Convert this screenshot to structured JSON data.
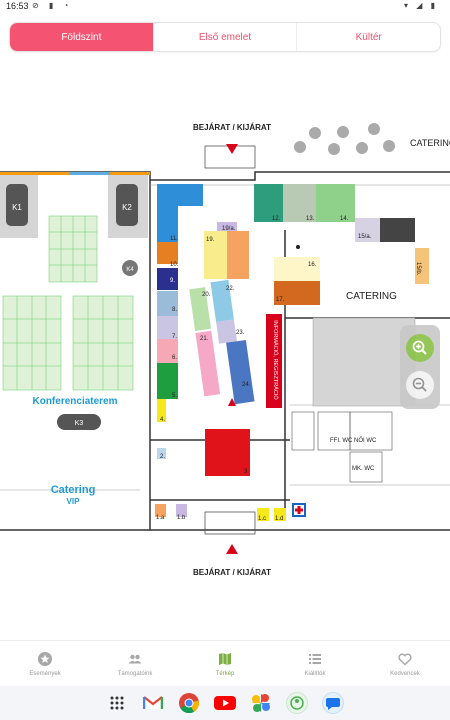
{
  "status": {
    "time": "16:53",
    "left_icons": "⊘ ▮ ◔",
    "right_icons": "▾ ◢ ▮"
  },
  "tabs": [
    {
      "label": "Földszint",
      "active": true
    },
    {
      "label": "Első emelet",
      "active": false
    },
    {
      "label": "Kültér",
      "active": false
    }
  ],
  "map": {
    "entrance_top": "BEJÁRAT / KIJÁRAT",
    "entrance_bottom": "BEJÁRAT / KIJÁRAT",
    "catering_top": "CATERING",
    "catering_mid": "CATERING",
    "conference": "Konferenciaterem",
    "catering_vip_1": "Catering",
    "catering_vip_2": "VIP",
    "info_reg": "INFORMÁCIÓ, REGISZTRÁCIÓ",
    "wc_ffi": "FFI. WC",
    "wc_noi": "NŐI WC",
    "wc_mk": "MK. WC",
    "k1": "K1",
    "k2": "K2",
    "k3": "K3",
    "k4": "K4",
    "booths": {
      "b1a": "1.a",
      "b1b": "1.b",
      "b1c": "1.c",
      "b1d": "1.d",
      "b2": "2.",
      "b3": "3",
      "b4": "4.",
      "b5": "5.",
      "b6": "6.",
      "b7": "7.",
      "b8": "8.",
      "b9": "9.",
      "b10": "10.",
      "b11": "11.",
      "b12": "12.",
      "b13": "13.",
      "b14": "14.",
      "b15a": "15/a.",
      "b15b": "15/b.",
      "b16": "16.",
      "b17": "17.",
      "b19": "19.",
      "b19a": "19/a.",
      "b20": "20.",
      "b21": "21.",
      "b22": "22.",
      "b23": "23.",
      "b24": "24."
    }
  },
  "zoom": {
    "in_icon": "zoom-in-icon",
    "out_icon": "zoom-out-icon"
  },
  "nav": [
    {
      "label": "Események",
      "icon": "star-icon",
      "active": false
    },
    {
      "label": "Támogatóink",
      "icon": "people-icon",
      "active": false
    },
    {
      "label": "Térkép",
      "icon": "map-icon",
      "active": true
    },
    {
      "label": "Kiállítók",
      "icon": "list-icon",
      "active": false
    },
    {
      "label": "Kedvencek",
      "icon": "heart-icon",
      "active": false
    }
  ],
  "colors": {
    "accent": "#f45471",
    "nav_active": "#7bb040",
    "zoom_in": "#8bc34a",
    "blue_text": "#1e9ad6",
    "red": "#d9001b"
  }
}
